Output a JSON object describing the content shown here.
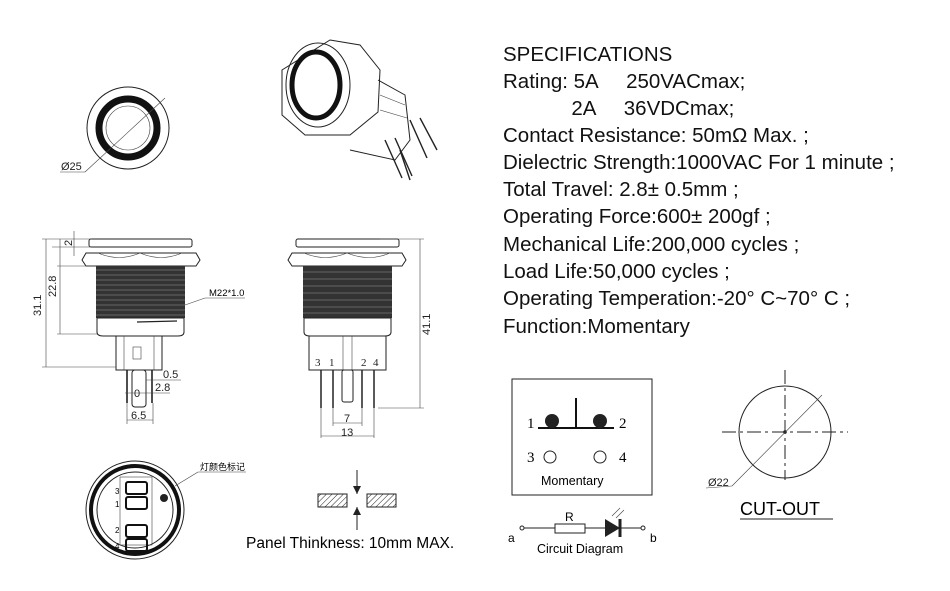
{
  "specifications": {
    "title": "SPECIFICATIONS",
    "lines": [
      "Rating: 5A     250VACmax;",
      "            2A     36VDCmax;",
      "Contact Resistance: 50mΩ Max. ;",
      "Dielectric Strength:1000VAC For 1 minute ;",
      "Total Travel: 2.8± 0.5mm ;",
      "Operating Force:600± 200gf ;",
      "Mechanical Life:200,000 cycles ;",
      "Load Life:50,000 cycles ;",
      "Operating Temperation:-20° C~70° C ;",
      "Function:Momentary"
    ]
  },
  "front_view": {
    "diameter": "Ø25"
  },
  "side_view": {
    "dim_cap": "2",
    "dim_thread": "22.8",
    "dim_total": "31.1",
    "thread_spec": "M22*1.0",
    "dim_pin_thick": "0.5",
    "dim_pin_width": "2.8",
    "dim_pin_span": "6.5"
  },
  "rear_side_view": {
    "pins": [
      "3",
      "1",
      "2",
      "4"
    ],
    "dim_length": "41.1",
    "dim_pitch": "7",
    "dim_span": "13"
  },
  "bottom_view": {
    "note": "灯颜色标记",
    "pins": [
      "3",
      "1",
      "2",
      "4"
    ]
  },
  "panel": {
    "label": "Panel Thinkness: 10mm MAX."
  },
  "switch_diagram": {
    "pins": [
      "1",
      "2",
      "3",
      "4"
    ],
    "label": "Momentary"
  },
  "circuit": {
    "resistor": "R",
    "node_a": "a",
    "node_b": "b",
    "label": "Circuit Diagram"
  },
  "cutout": {
    "diameter": "Ø22",
    "label": "CUT-OUT"
  }
}
